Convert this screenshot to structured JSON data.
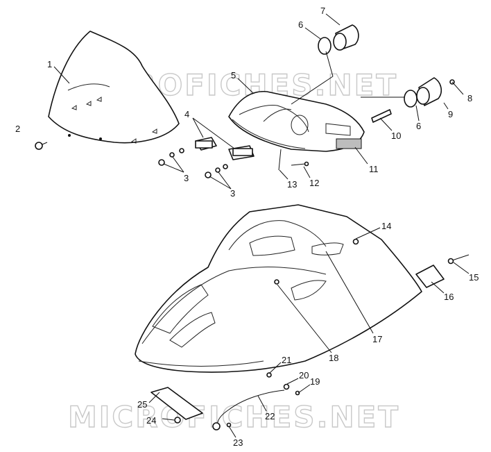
{
  "watermark": {
    "text": "MICROFICHES.NET"
  },
  "callouts": {
    "c1": "1",
    "c2": "2",
    "c3a": "3",
    "c3b": "3",
    "c4": "4",
    "c5": "5",
    "c6a": "6",
    "c6b": "6",
    "c7": "7",
    "c8": "8",
    "c9": "9",
    "c10": "10",
    "c11": "11",
    "c12": "12",
    "c13": "13",
    "c14": "14",
    "c15": "15",
    "c16": "16",
    "c17": "17",
    "c18": "18",
    "c19": "19",
    "c20": "20",
    "c21": "21",
    "c22": "22",
    "c23": "23",
    "c24": "24",
    "c25": "25"
  }
}
